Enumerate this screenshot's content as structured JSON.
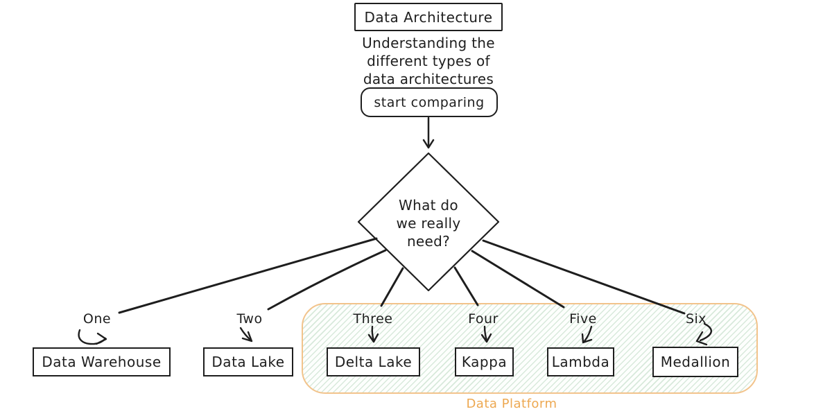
{
  "title_box": {
    "label": "Data Architecture"
  },
  "subtitle": {
    "line1": "Understanding the",
    "line2": "different types of",
    "line3": "data architectures"
  },
  "start_box": {
    "label": "start comparing"
  },
  "decision": {
    "line1": "What do",
    "line2": "we really",
    "line3": "need?"
  },
  "branches": [
    {
      "number": "One",
      "node": "Data Warehouse"
    },
    {
      "number": "Two",
      "node": "Data Lake"
    },
    {
      "number": "Three",
      "node": "Delta Lake"
    },
    {
      "number": "Four",
      "node": "Kappa"
    },
    {
      "number": "Five",
      "node": "Lambda"
    },
    {
      "number": "Six",
      "node": "Medallion"
    }
  ],
  "platform": {
    "label": "Data Platform",
    "border_color": "#f2c38b",
    "label_color": "#eda851",
    "hatch_color": "#aaceb2"
  },
  "colors": {
    "stroke": "#1e1e1e",
    "background": "#ffffff"
  }
}
